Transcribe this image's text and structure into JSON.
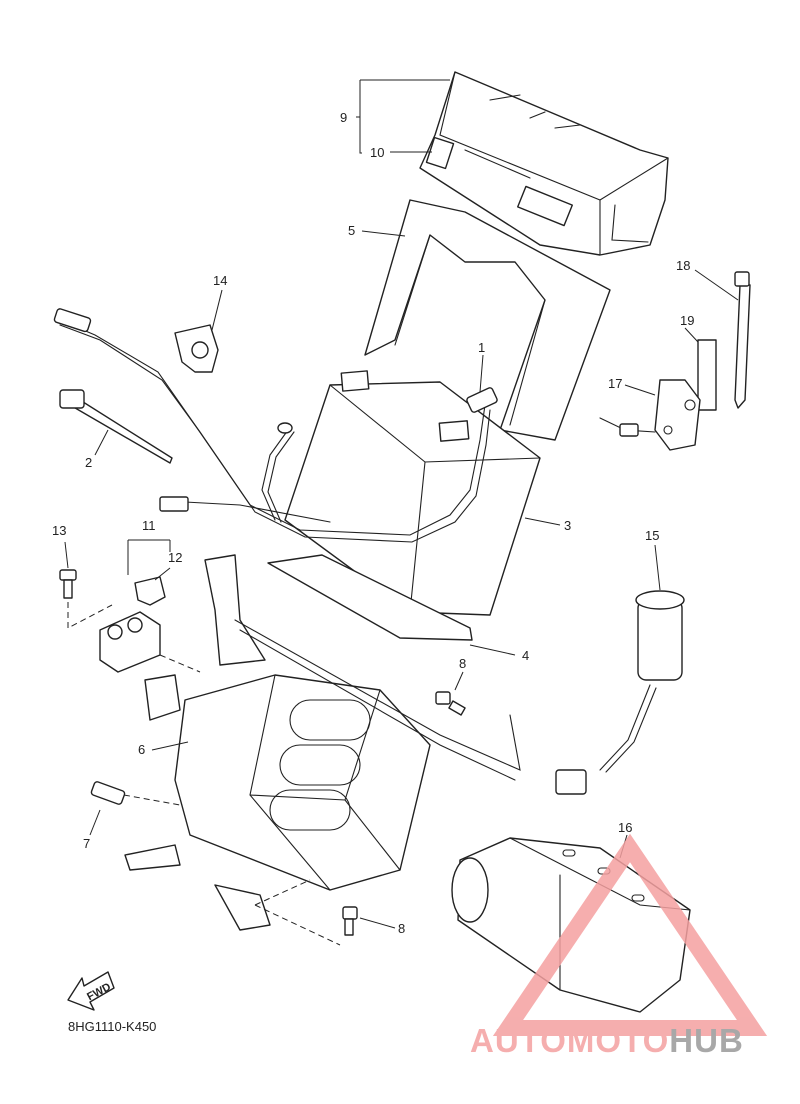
{
  "diagram": {
    "code": "8HG1110-K450",
    "fwd_label": "FWD",
    "callouts": [
      {
        "id": "c1",
        "text": "1"
      },
      {
        "id": "c2",
        "text": "2"
      },
      {
        "id": "c3",
        "text": "3"
      },
      {
        "id": "c4",
        "text": "4"
      },
      {
        "id": "c5",
        "text": "5"
      },
      {
        "id": "c6",
        "text": "6"
      },
      {
        "id": "c7",
        "text": "7"
      },
      {
        "id": "c8a",
        "text": "8"
      },
      {
        "id": "c8b",
        "text": "8"
      },
      {
        "id": "c9",
        "text": "9"
      },
      {
        "id": "c10",
        "text": "10"
      },
      {
        "id": "c11",
        "text": "11"
      },
      {
        "id": "c12",
        "text": "12"
      },
      {
        "id": "c13",
        "text": "13"
      },
      {
        "id": "c14",
        "text": "14"
      },
      {
        "id": "c15",
        "text": "15"
      },
      {
        "id": "c16",
        "text": "16"
      },
      {
        "id": "c17",
        "text": "17"
      },
      {
        "id": "c18",
        "text": "18"
      },
      {
        "id": "c19",
        "text": "19"
      }
    ]
  },
  "watermark": {
    "part1": "AUTOMOTO",
    "part2": "HUB",
    "color_main": "#f4a0a0",
    "color_alt": "#f2c27a",
    "color_dark": "#9a9a9a"
  }
}
